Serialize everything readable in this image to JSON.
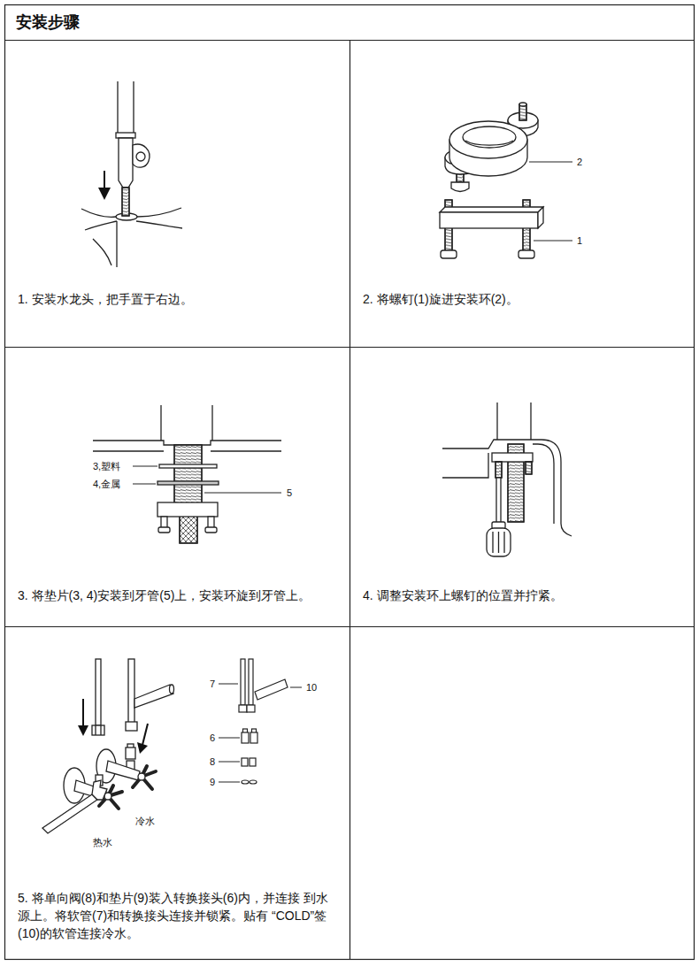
{
  "diagram": {
    "title": "安装步骤",
    "nodes": [
      {
        "text": [
          "1. 安装水龙头，把手置于右边。"
        ]
      },
      {
        "text": [
          "2. 将螺钉(1)旋进安装环(2)。"
        ]
      },
      {
        "text": [
          "3. 将垫片(3, 4)安装到牙管(5)上，安装环旋到牙管上。"
        ]
      },
      {
        "text": [
          "4. 调整安装环上螺钉的位置并拧紧。"
        ]
      },
      {
        "text": [
          "5. 将单向阀(8)和垫片(9)装入转换接头(6)内，并连接 到水源上。将软管(7)和转换接头连接并锁紧。贴有 “COLD”签(10)的软管连接冷水。"
        ]
      }
    ],
    "labels": [
      "2",
      "1",
      "3,塑料",
      "4,金属",
      "5",
      "7",
      "10",
      "6",
      "8",
      "9",
      "冷水",
      "热水"
    ]
  }
}
